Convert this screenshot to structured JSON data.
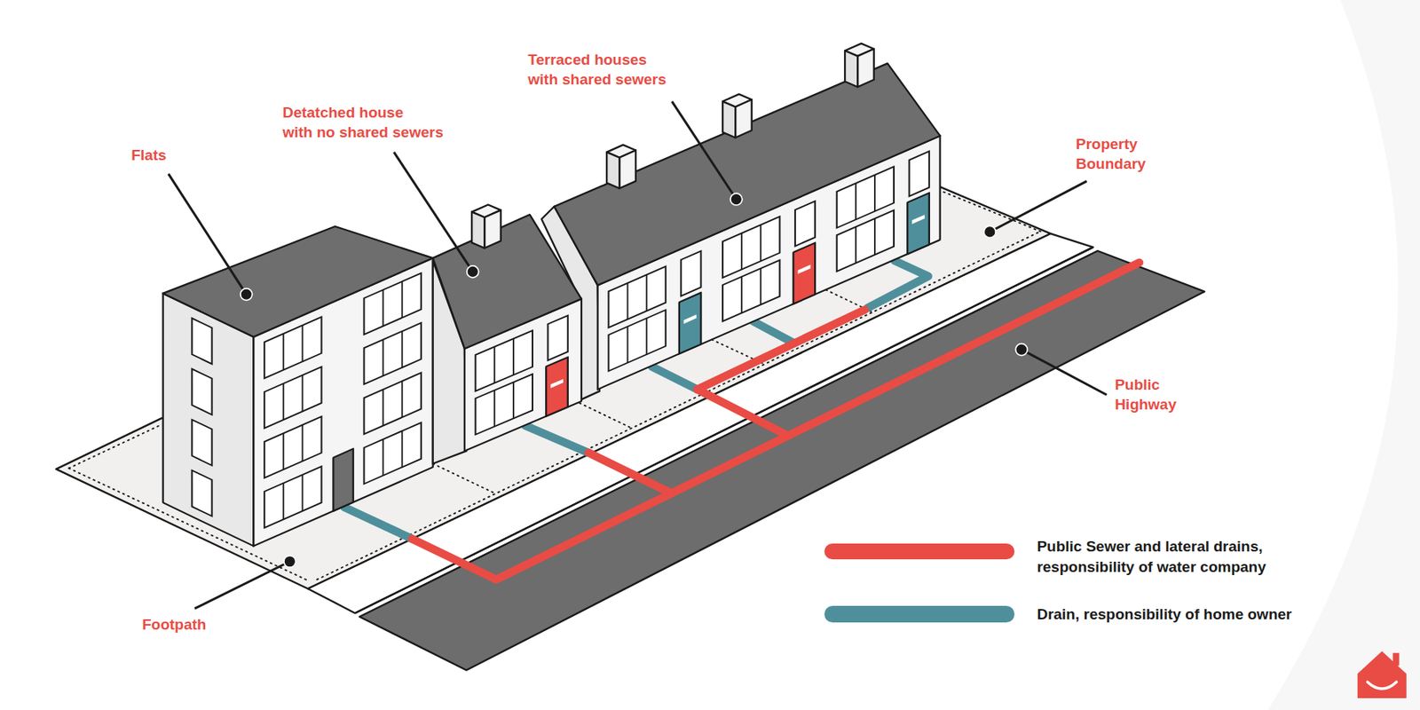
{
  "diagram": {
    "labels": [
      "Flats",
      "Detatched house with no shared sewers",
      "Terraced houses with shared sewers",
      "Property Boundary",
      "Public Highway",
      "Footpath"
    ],
    "legend": [
      {
        "text": "Public Sewer and lateral drains, responsibility of water company",
        "color": "#e84c45"
      },
      {
        "text": "Drain, responsibility of home owner",
        "color": "#4f8f9b"
      }
    ]
  }
}
